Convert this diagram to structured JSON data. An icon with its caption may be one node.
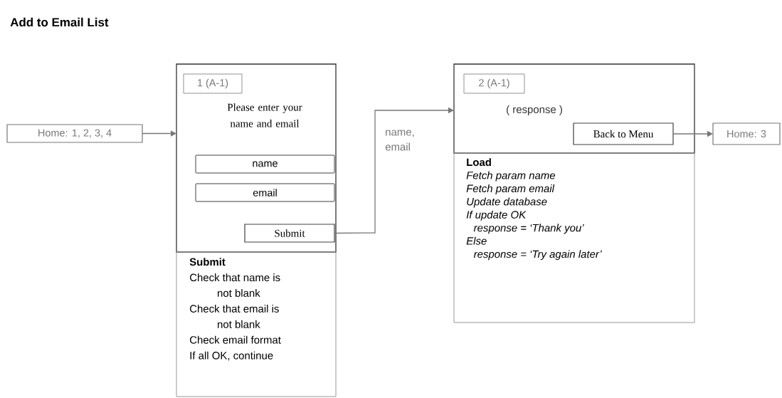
{
  "diagram": {
    "title": "Add to Email List",
    "nodes": [
      {
        "text": [
          "Home: 1, 2, 3, 4"
        ]
      },
      {
        "text": [
          "Please enter your name and email"
        ]
      },
      {
        "text": [
          "1 (A-1)"
        ],
        "in": 1
      },
      {
        "text": [
          "name"
        ],
        "in": 1
      },
      {
        "text": [
          "email"
        ],
        "in": 1
      },
      {
        "text": [
          "Submit"
        ],
        "in": 1
      },
      {
        "text": [
          "Submit",
          "Check that name is not blank",
          "Check that email is not blank",
          "Check email format",
          "If all OK, continue"
        ]
      },
      {
        "text": [
          "( response )"
        ]
      },
      {
        "text": [
          "2 (A-1)"
        ],
        "in": 7
      },
      {
        "text": [
          "Back to Menu"
        ],
        "in": 7
      },
      {
        "text": [
          "Load",
          "Fetch param name",
          "Fetch param email",
          "Update database",
          "If update OK",
          "response = ‘Thank you’",
          "Else",
          "response = ‘Try again later’"
        ]
      },
      {
        "text": [
          "Home: 3"
        ]
      }
    ],
    "edges": [
      {
        "from": 0,
        "to": 1,
        "arrow": "to"
      },
      {
        "from": 5,
        "to": 7,
        "arrow": "to",
        "label": "name, email"
      },
      {
        "from": 9,
        "to": 11,
        "arrow": "to"
      }
    ]
  }
}
